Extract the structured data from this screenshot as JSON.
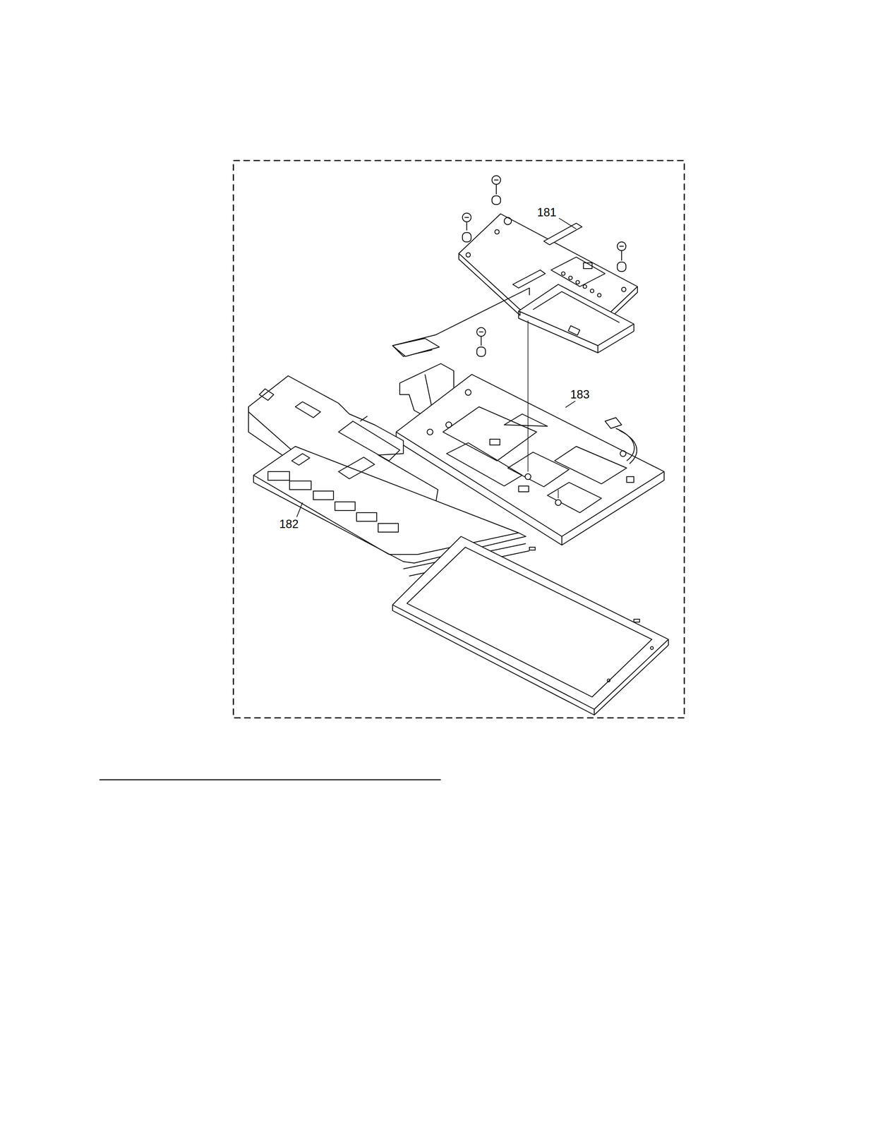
{
  "diagram": {
    "labels": [
      "181",
      "183",
      "182"
    ]
  }
}
